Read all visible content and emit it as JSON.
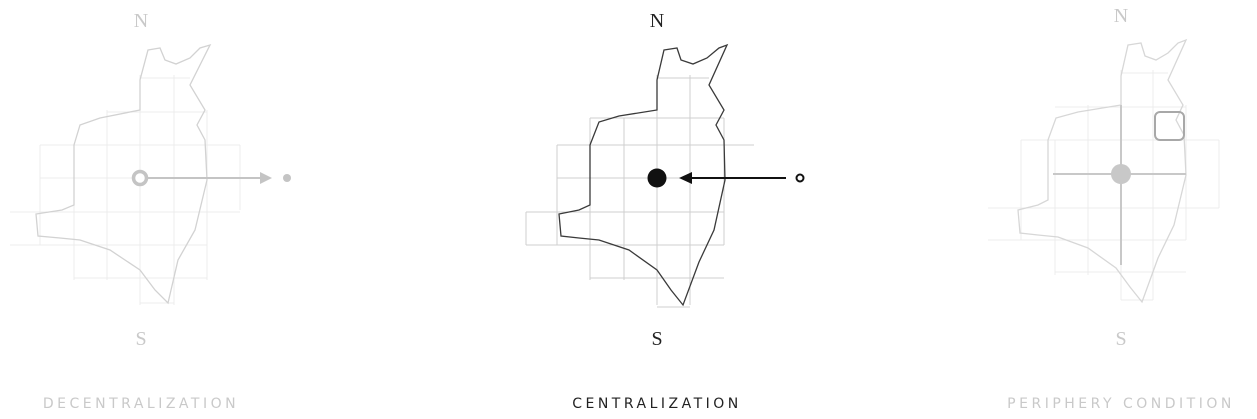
{
  "panels": [
    {
      "compass_north": "N",
      "compass_south": "S",
      "caption": "DECENTRALIZATION"
    },
    {
      "compass_north": "N",
      "compass_south": "S",
      "caption": "CENTRALIZATION"
    },
    {
      "compass_north": "N",
      "compass_south": "S",
      "caption": "PERIPHERY CONDITION"
    }
  ],
  "colors": {
    "faded": "#c9c9c9",
    "dark": "#111111",
    "grid_light": "#e3e3e3",
    "grid_mid": "#bdbdbd"
  }
}
